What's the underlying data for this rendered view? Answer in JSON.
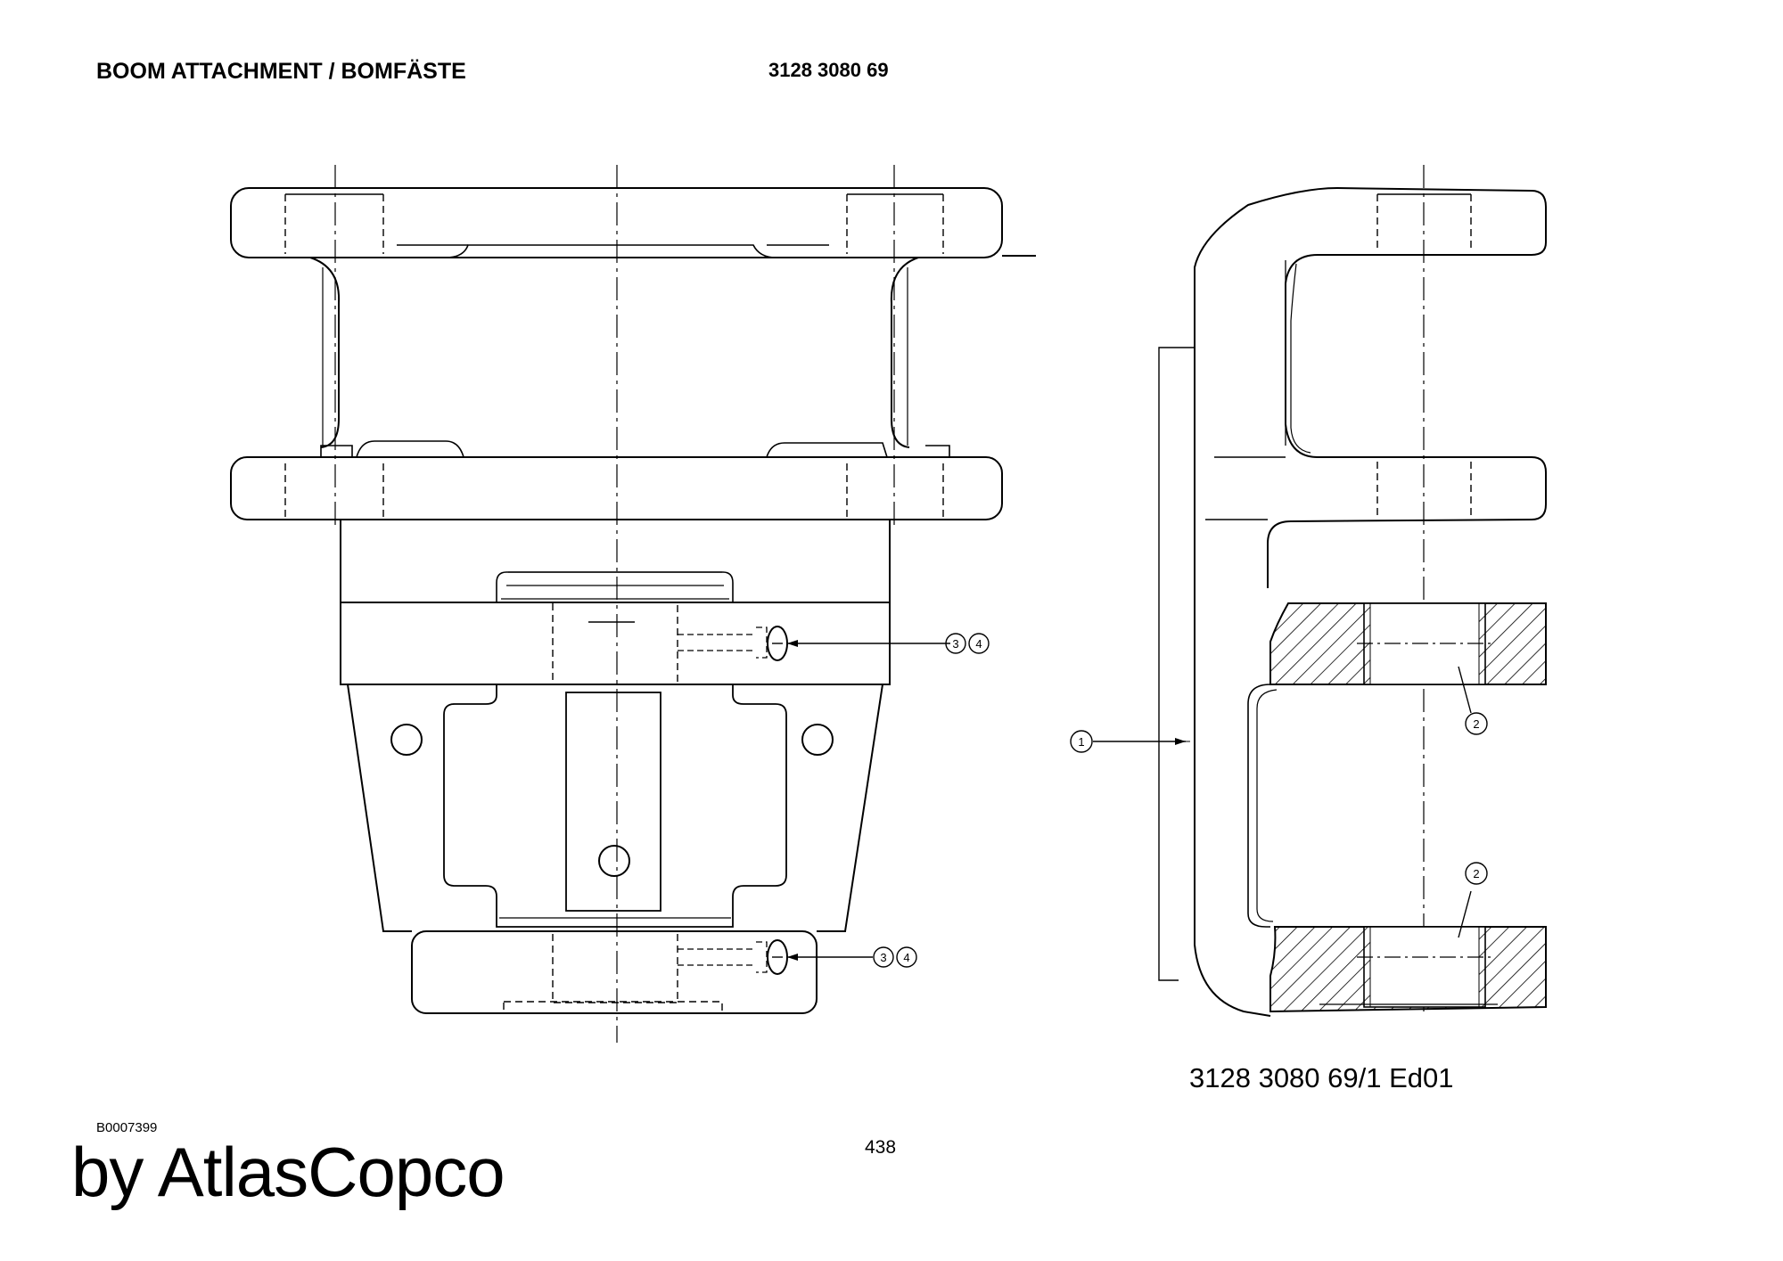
{
  "header": {
    "title": "BOOM ATTACHMENT / BOMFÄSTE",
    "part_number": "3128 3080 69"
  },
  "drawing": {
    "drawing_number": "3128 3080 69/1  Ed01",
    "drawing_code": "B0007399",
    "callouts": {
      "c1": "1",
      "c2a": "2",
      "c2b": "2",
      "c3a": "3",
      "c4a": "4",
      "c3b": "3",
      "c4b": "4"
    }
  },
  "footer": {
    "page_number": "438",
    "brand": "by AtlasCopco"
  },
  "colors": {
    "line": "#000000",
    "background": "#ffffff"
  }
}
